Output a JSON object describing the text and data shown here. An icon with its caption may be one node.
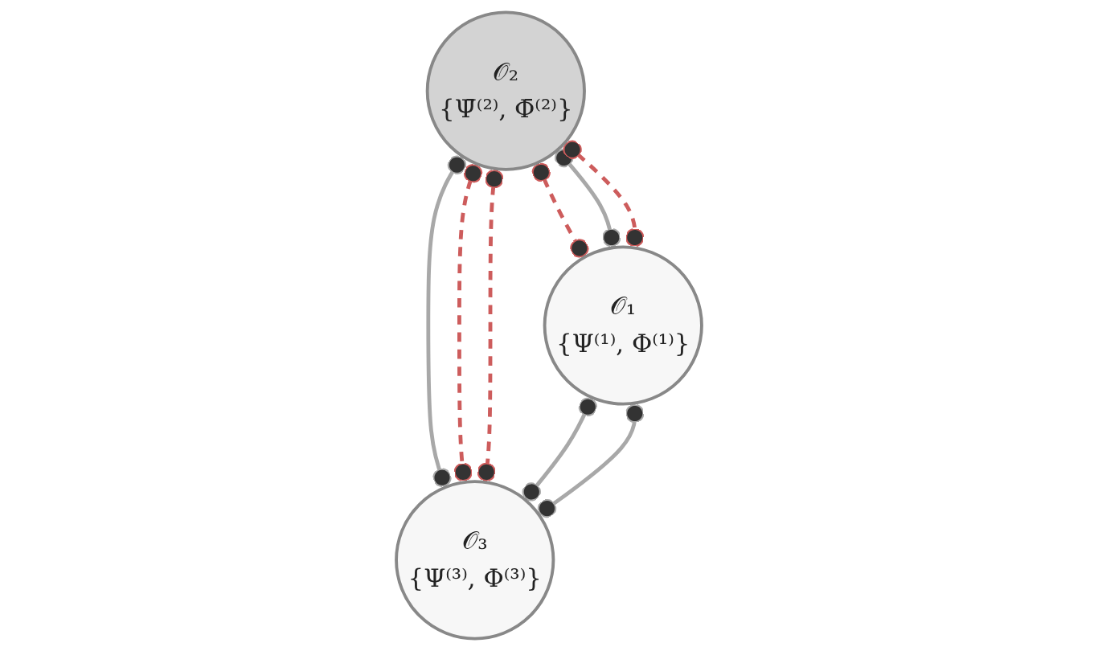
{
  "diagram": {
    "nodes": [
      {
        "text": [
          "𝒪₂",
          "{Ψ̄⁽²⁾, Φ̄⁽²⁾}"
        ]
      },
      {
        "text": [
          "𝒪₁",
          "{Ψ⁽¹⁾, Φ⁽¹⁾}"
        ]
      },
      {
        "text": [
          "𝒪₃",
          "{Ψ⁽³⁾, Φ⁽³⁾}"
        ]
      }
    ],
    "edges": [
      {
        "from": 0,
        "to": 1,
        "arrow": "other",
        "style": "dashed",
        "color": "#cd5c5c"
      },
      {
        "from": 0,
        "to": 1,
        "arrow": "other",
        "color": "#a8a8a8"
      },
      {
        "from": 0,
        "to": 1,
        "arrow": "other",
        "style": "dashed",
        "color": "#cd5c5c"
      },
      {
        "from": 0,
        "to": 2,
        "arrow": "other",
        "color": "#a8a8a8"
      },
      {
        "from": 0,
        "to": 2,
        "arrow": "other",
        "style": "dashed",
        "color": "#cd5c5c"
      },
      {
        "from": 0,
        "to": 2,
        "arrow": "other",
        "style": "dashed",
        "color": "#cd5c5c"
      },
      {
        "from": 1,
        "to": 2,
        "arrow": "other",
        "color": "#a8a8a8"
      },
      {
        "from": 1,
        "to": 2,
        "arrow": "other",
        "color": "#a8a8a8"
      }
    ]
  }
}
